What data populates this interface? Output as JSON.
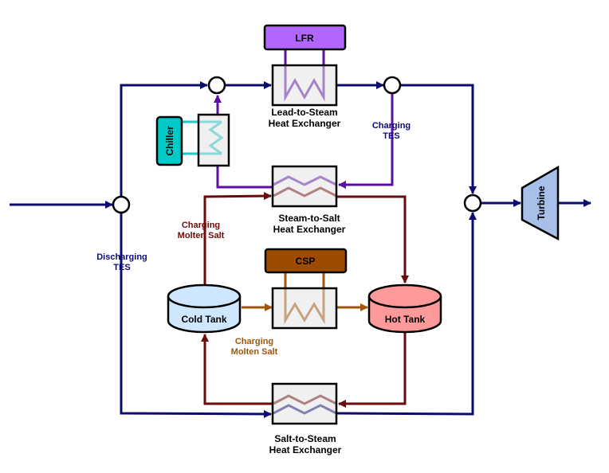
{
  "colors": {
    "navy": "#0b0b72",
    "purple": "#5b0fa3",
    "maroon": "#6e0a0a",
    "brown": "#a0560b",
    "teal": "#1ec9c9",
    "lfr_fill": "#b266ff",
    "csp_fill": "#9c4b00",
    "chiller_fill": "#00c9c9",
    "hx_fill": "#e4e4e4",
    "cold_tank_fill": "#cfe6ff",
    "hot_tank_fill": "#ff9a9a",
    "turbine_fill": "#a7c0ea"
  },
  "components": {
    "lfr": "LFR",
    "csp": "CSP",
    "chiller": "Chiller",
    "turbine": "Turbine",
    "cold_tank": "Cold Tank",
    "hot_tank": "Hot Tank"
  },
  "exchangers": {
    "lead_to_steam": [
      "Lead-to-Steam",
      "Heat Exchanger"
    ],
    "steam_to_salt": [
      "Steam-to-Salt",
      "Heat Exchanger"
    ],
    "salt_to_steam": [
      "Salt-to-Steam",
      "Heat Exchanger"
    ]
  },
  "flow_labels": {
    "charging_tes": [
      "Charging",
      "TES"
    ],
    "discharging_tes": [
      "Discharging",
      "TES"
    ],
    "charging_molten_salt_top": [
      "Charging",
      "Molten Salt"
    ],
    "charging_molten_salt_bottom": [
      "Charging",
      "Molten Salt"
    ]
  },
  "icons": [
    "junction-icon",
    "heat-exchanger-icon",
    "tank-icon",
    "turbine-icon",
    "arrow-icon"
  ]
}
